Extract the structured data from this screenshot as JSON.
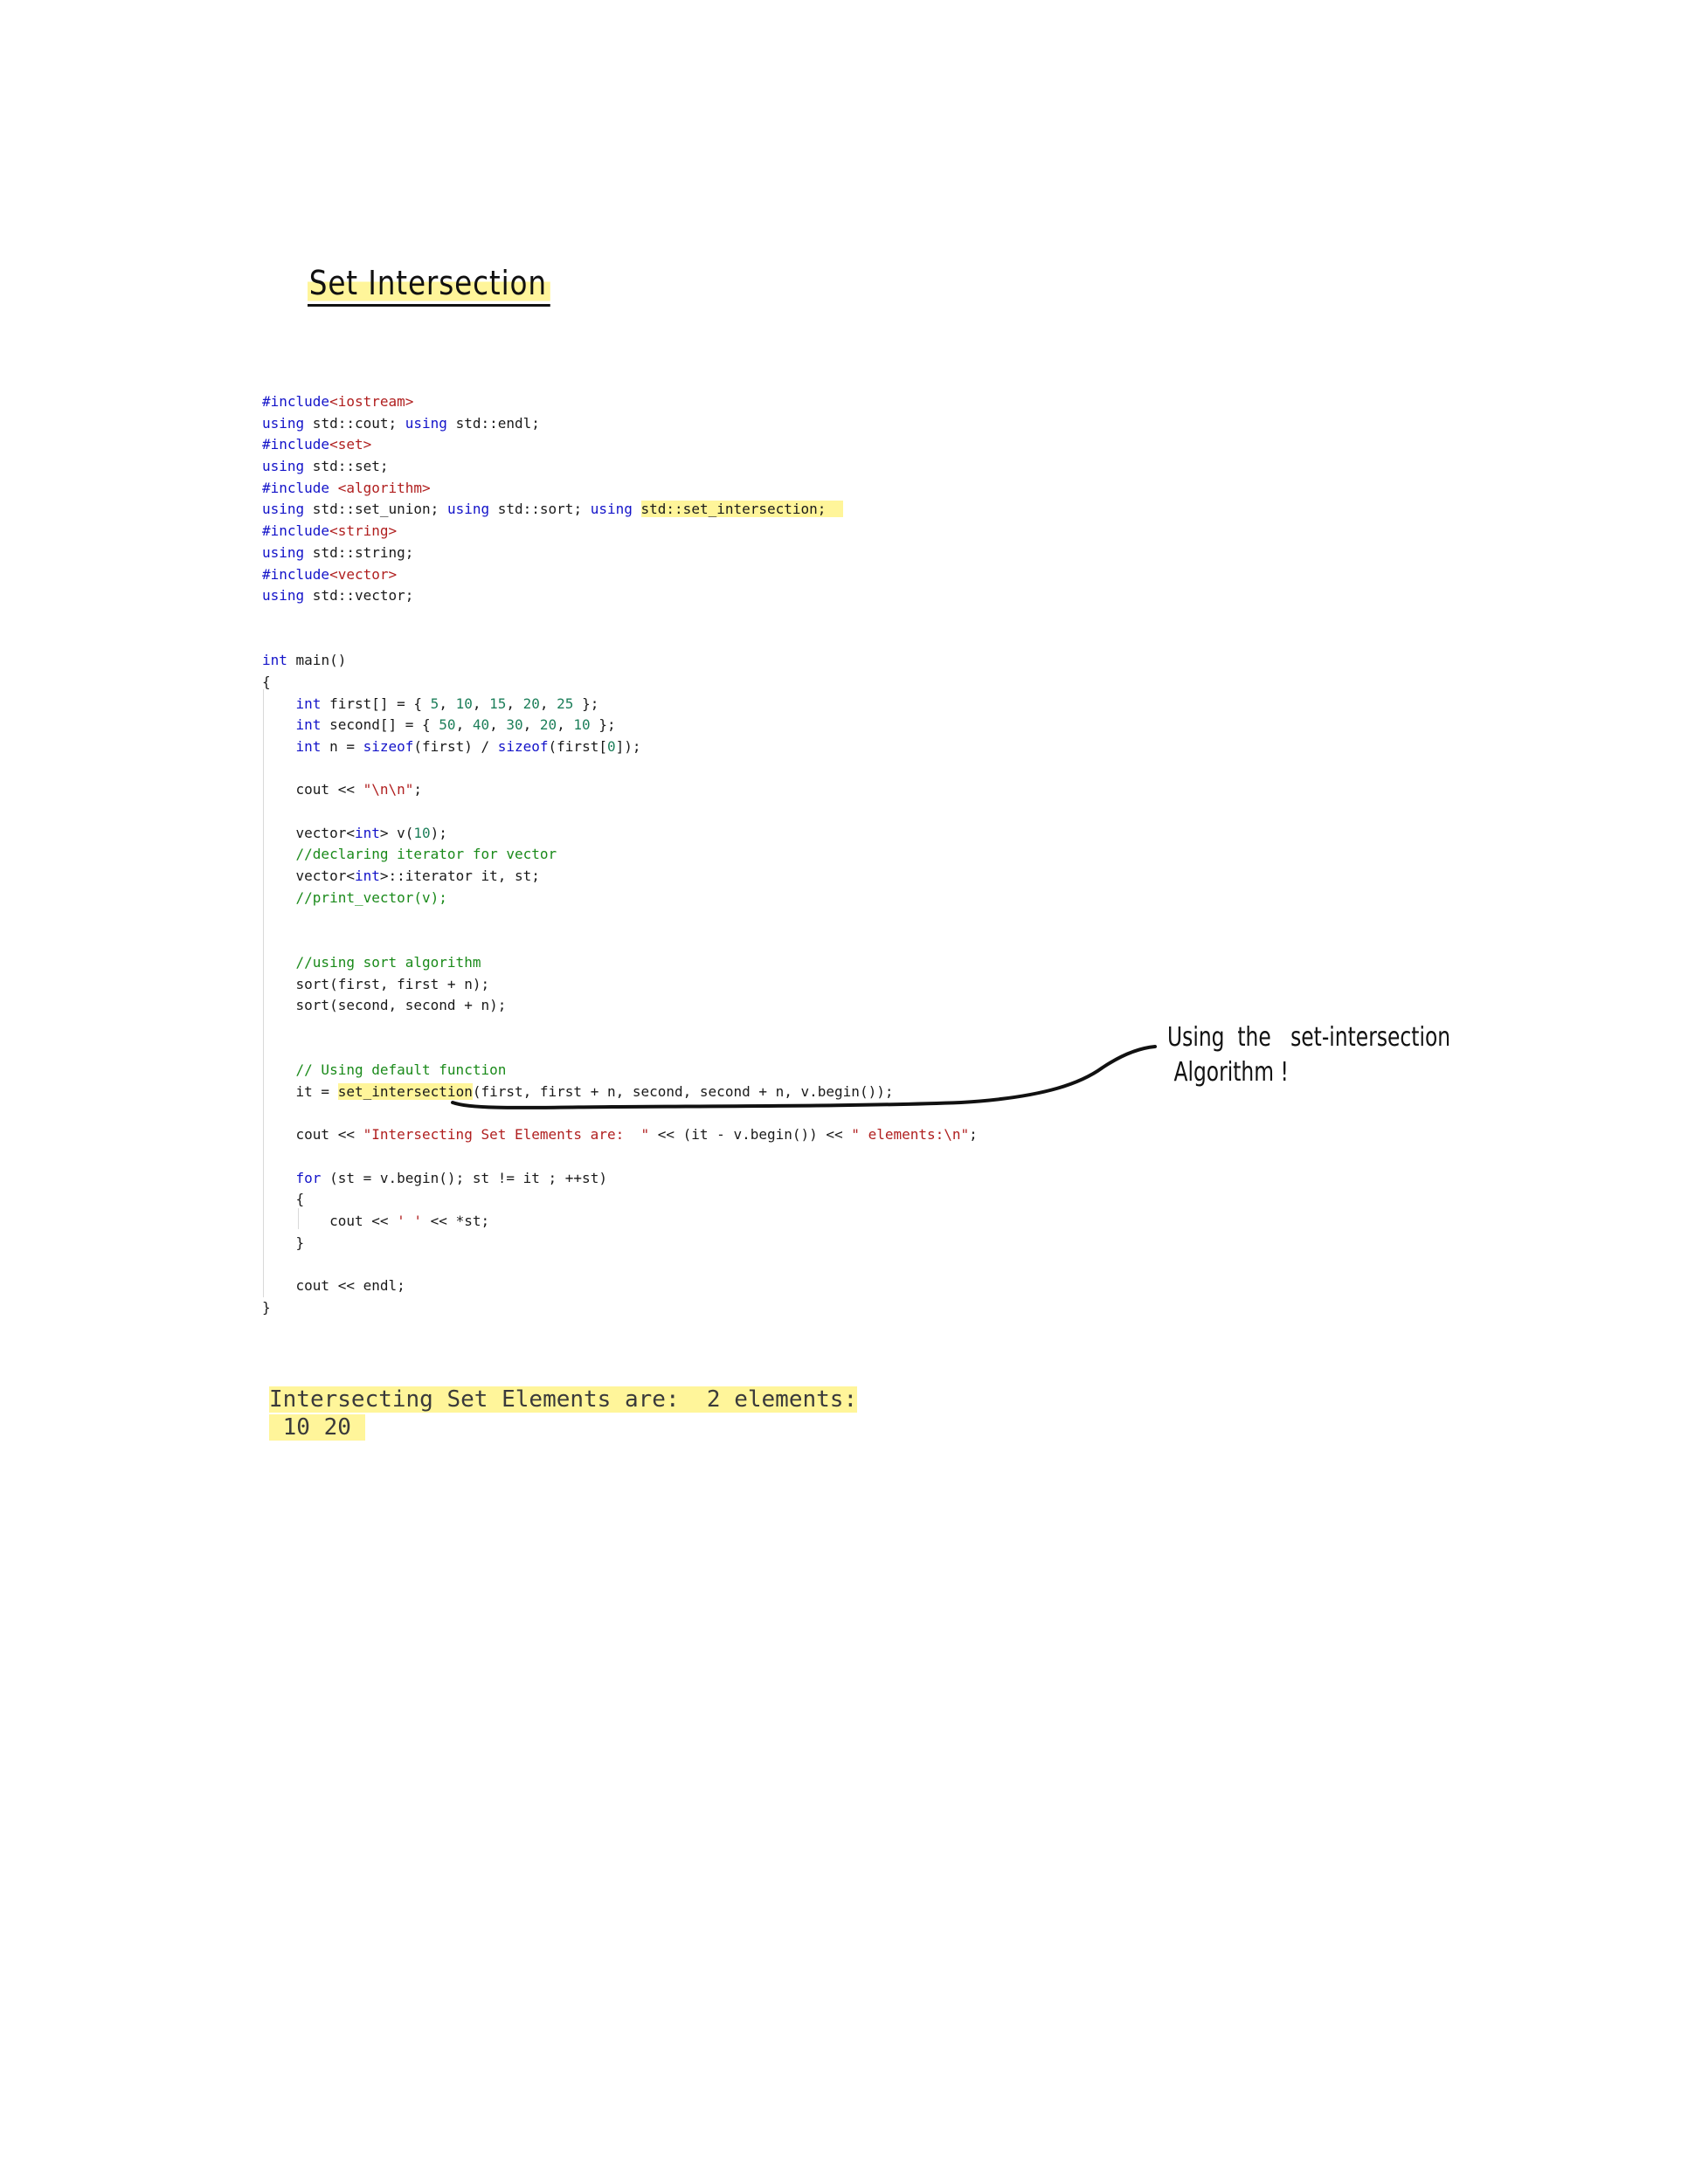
{
  "title": "Set Intersection",
  "code_lines": [
    [
      {
        "t": "#include",
        "c": "kw"
      },
      {
        "t": "<iostream>",
        "c": "str"
      }
    ],
    [
      {
        "t": "using",
        "c": "kw"
      },
      {
        "t": " std::cout; "
      },
      {
        "t": "using",
        "c": "kw"
      },
      {
        "t": " std::endl;"
      }
    ],
    [
      {
        "t": "#include",
        "c": "kw"
      },
      {
        "t": "<set>",
        "c": "str"
      }
    ],
    [
      {
        "t": "using",
        "c": "kw"
      },
      {
        "t": " std::set;"
      }
    ],
    [
      {
        "t": "#include",
        "c": "kw"
      },
      {
        "t": " "
      },
      {
        "t": "<algorithm>",
        "c": "str"
      }
    ],
    [
      {
        "t": "using",
        "c": "kw"
      },
      {
        "t": " std::set_union; "
      },
      {
        "t": "using",
        "c": "kw"
      },
      {
        "t": " std::sort; "
      },
      {
        "t": "using",
        "c": "kw"
      },
      {
        "t": " "
      },
      {
        "t": "std::set_intersection;  ",
        "c": "hl"
      }
    ],
    [
      {
        "t": "#include",
        "c": "kw"
      },
      {
        "t": "<string>",
        "c": "str"
      }
    ],
    [
      {
        "t": "using",
        "c": "kw"
      },
      {
        "t": " std::string;"
      }
    ],
    [
      {
        "t": "#include",
        "c": "kw"
      },
      {
        "t": "<vector>",
        "c": "str"
      }
    ],
    [
      {
        "t": "using",
        "c": "kw"
      },
      {
        "t": " std::vector;"
      }
    ],
    [],
    [],
    [
      {
        "t": "int",
        "c": "kw"
      },
      {
        "t": " main()"
      }
    ],
    [
      {
        "t": "{"
      }
    ],
    [
      {
        "t": "    "
      },
      {
        "t": "int",
        "c": "kw"
      },
      {
        "t": " first[] = { "
      },
      {
        "t": "5",
        "c": "num"
      },
      {
        "t": ", "
      },
      {
        "t": "10",
        "c": "num"
      },
      {
        "t": ", "
      },
      {
        "t": "15",
        "c": "num"
      },
      {
        "t": ", "
      },
      {
        "t": "20",
        "c": "num"
      },
      {
        "t": ", "
      },
      {
        "t": "25",
        "c": "num"
      },
      {
        "t": " };"
      }
    ],
    [
      {
        "t": "    "
      },
      {
        "t": "int",
        "c": "kw"
      },
      {
        "t": " second[] = { "
      },
      {
        "t": "50",
        "c": "num"
      },
      {
        "t": ", "
      },
      {
        "t": "40",
        "c": "num"
      },
      {
        "t": ", "
      },
      {
        "t": "30",
        "c": "num"
      },
      {
        "t": ", "
      },
      {
        "t": "20",
        "c": "num"
      },
      {
        "t": ", "
      },
      {
        "t": "10",
        "c": "num"
      },
      {
        "t": " };"
      }
    ],
    [
      {
        "t": "    "
      },
      {
        "t": "int",
        "c": "kw"
      },
      {
        "t": " n = "
      },
      {
        "t": "sizeof",
        "c": "kw"
      },
      {
        "t": "(first) / "
      },
      {
        "t": "sizeof",
        "c": "kw"
      },
      {
        "t": "(first["
      },
      {
        "t": "0",
        "c": "num"
      },
      {
        "t": "]);"
      }
    ],
    [],
    [
      {
        "t": "    cout << "
      },
      {
        "t": "\"\\n\\n\"",
        "c": "str"
      },
      {
        "t": ";"
      }
    ],
    [],
    [
      {
        "t": "    vector<"
      },
      {
        "t": "int",
        "c": "kw"
      },
      {
        "t": "> v("
      },
      {
        "t": "10",
        "c": "num"
      },
      {
        "t": ");"
      }
    ],
    [
      {
        "t": "    "
      },
      {
        "t": "//declaring iterator for vector",
        "c": "cmt"
      }
    ],
    [
      {
        "t": "    vector<"
      },
      {
        "t": "int",
        "c": "kw"
      },
      {
        "t": ">::iterator it, st;"
      }
    ],
    [
      {
        "t": "    "
      },
      {
        "t": "//print_vector(v);",
        "c": "cmt"
      }
    ],
    [],
    [],
    [
      {
        "t": "    "
      },
      {
        "t": "//using sort algorithm",
        "c": "cmt"
      }
    ],
    [
      {
        "t": "    sort(first, first + n);"
      }
    ],
    [
      {
        "t": "    sort(second, second + n);"
      }
    ],
    [],
    [],
    [
      {
        "t": "    "
      },
      {
        "t": "// Using default function",
        "c": "cmt"
      }
    ],
    [
      {
        "t": "    it = "
      },
      {
        "t": "set_intersection",
        "c": "hl"
      },
      {
        "t": "(first, first + n, second, second + n, v.begin());"
      }
    ],
    [],
    [
      {
        "t": "    cout << "
      },
      {
        "t": "\"Intersecting Set Elements are:  \"",
        "c": "str"
      },
      {
        "t": " << (it - v.begin()) << "
      },
      {
        "t": "\" elements:\\n\"",
        "c": "str"
      },
      {
        "t": ";"
      }
    ],
    [],
    [
      {
        "t": "    "
      },
      {
        "t": "for",
        "c": "kw"
      },
      {
        "t": " (st = v.begin(); st != it ; ++st)"
      }
    ],
    [
      {
        "t": "    {"
      }
    ],
    [
      {
        "t": "        cout << "
      },
      {
        "t": "' '",
        "c": "str"
      },
      {
        "t": " << *st;"
      }
    ],
    [
      {
        "t": "    }"
      }
    ],
    [],
    [
      {
        "t": "    cout << endl;"
      }
    ],
    [
      {
        "t": "}"
      }
    ]
  ],
  "output": {
    "line1": "Intersecting Set Elements are:  2 elements:",
    "line2": " 10 20 "
  },
  "note": {
    "line1": "Using  the   set-intersection",
    "line2": " Algorithm !"
  },
  "colors": {
    "keyword": "#1313c9",
    "string": "#b01f1f",
    "number": "#1d7f5a",
    "comment": "#1a8a1a",
    "highlight": "#fff59a"
  }
}
